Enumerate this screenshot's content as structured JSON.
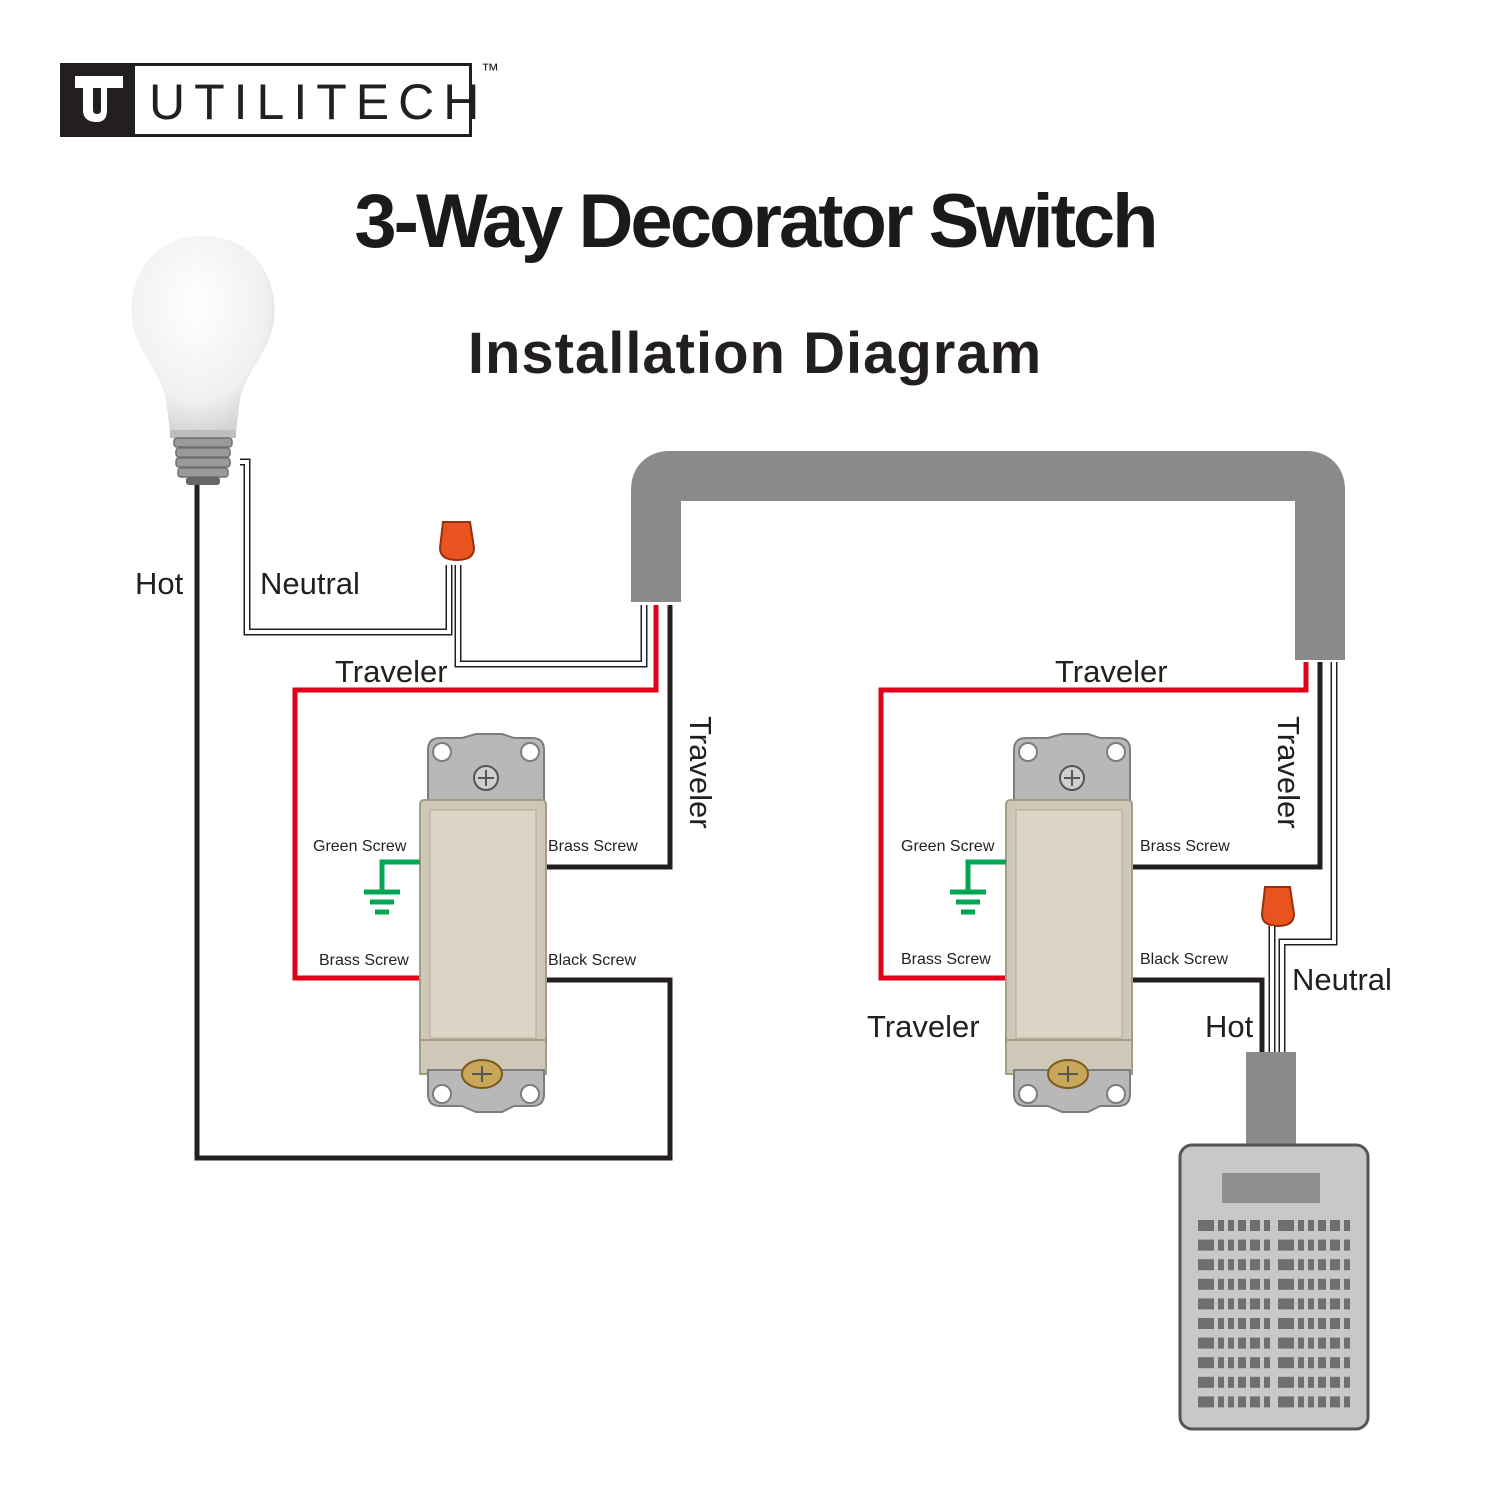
{
  "brand": {
    "name": "UTILITECH",
    "tm": "™",
    "logo_letter": "U"
  },
  "title": "3-Way Decorator Switch",
  "subtitle": "Installation Diagram",
  "labels": {
    "hot_left": "Hot",
    "neutral_left": "Neutral",
    "traveler_left_top": "Traveler",
    "traveler_left_vertical": "Traveler",
    "traveler_right_top": "Traveler",
    "traveler_right_vertical": "Traveler",
    "traveler_right_bottom": "Traveler",
    "hot_right": "Hot",
    "neutral_right": "Neutral"
  },
  "switch_left": {
    "green_screw": "Green Screw",
    "brass_screw_top": "Brass Screw",
    "brass_screw_bottom": "Brass Screw",
    "black_screw": "Black Screw"
  },
  "switch_right": {
    "green_screw": "Green Screw",
    "brass_screw_top": "Brass Screw",
    "brass_screw_bottom": "Brass Screw",
    "black_screw": "Black Screw"
  },
  "colors": {
    "hot_wire": "#231f20",
    "traveler_red": "#e1001a",
    "cable_gray": "#8a8a8a",
    "ground_green": "#00a651",
    "wire_nut": "#e8531f",
    "switch_body": "#d9d2c3"
  }
}
